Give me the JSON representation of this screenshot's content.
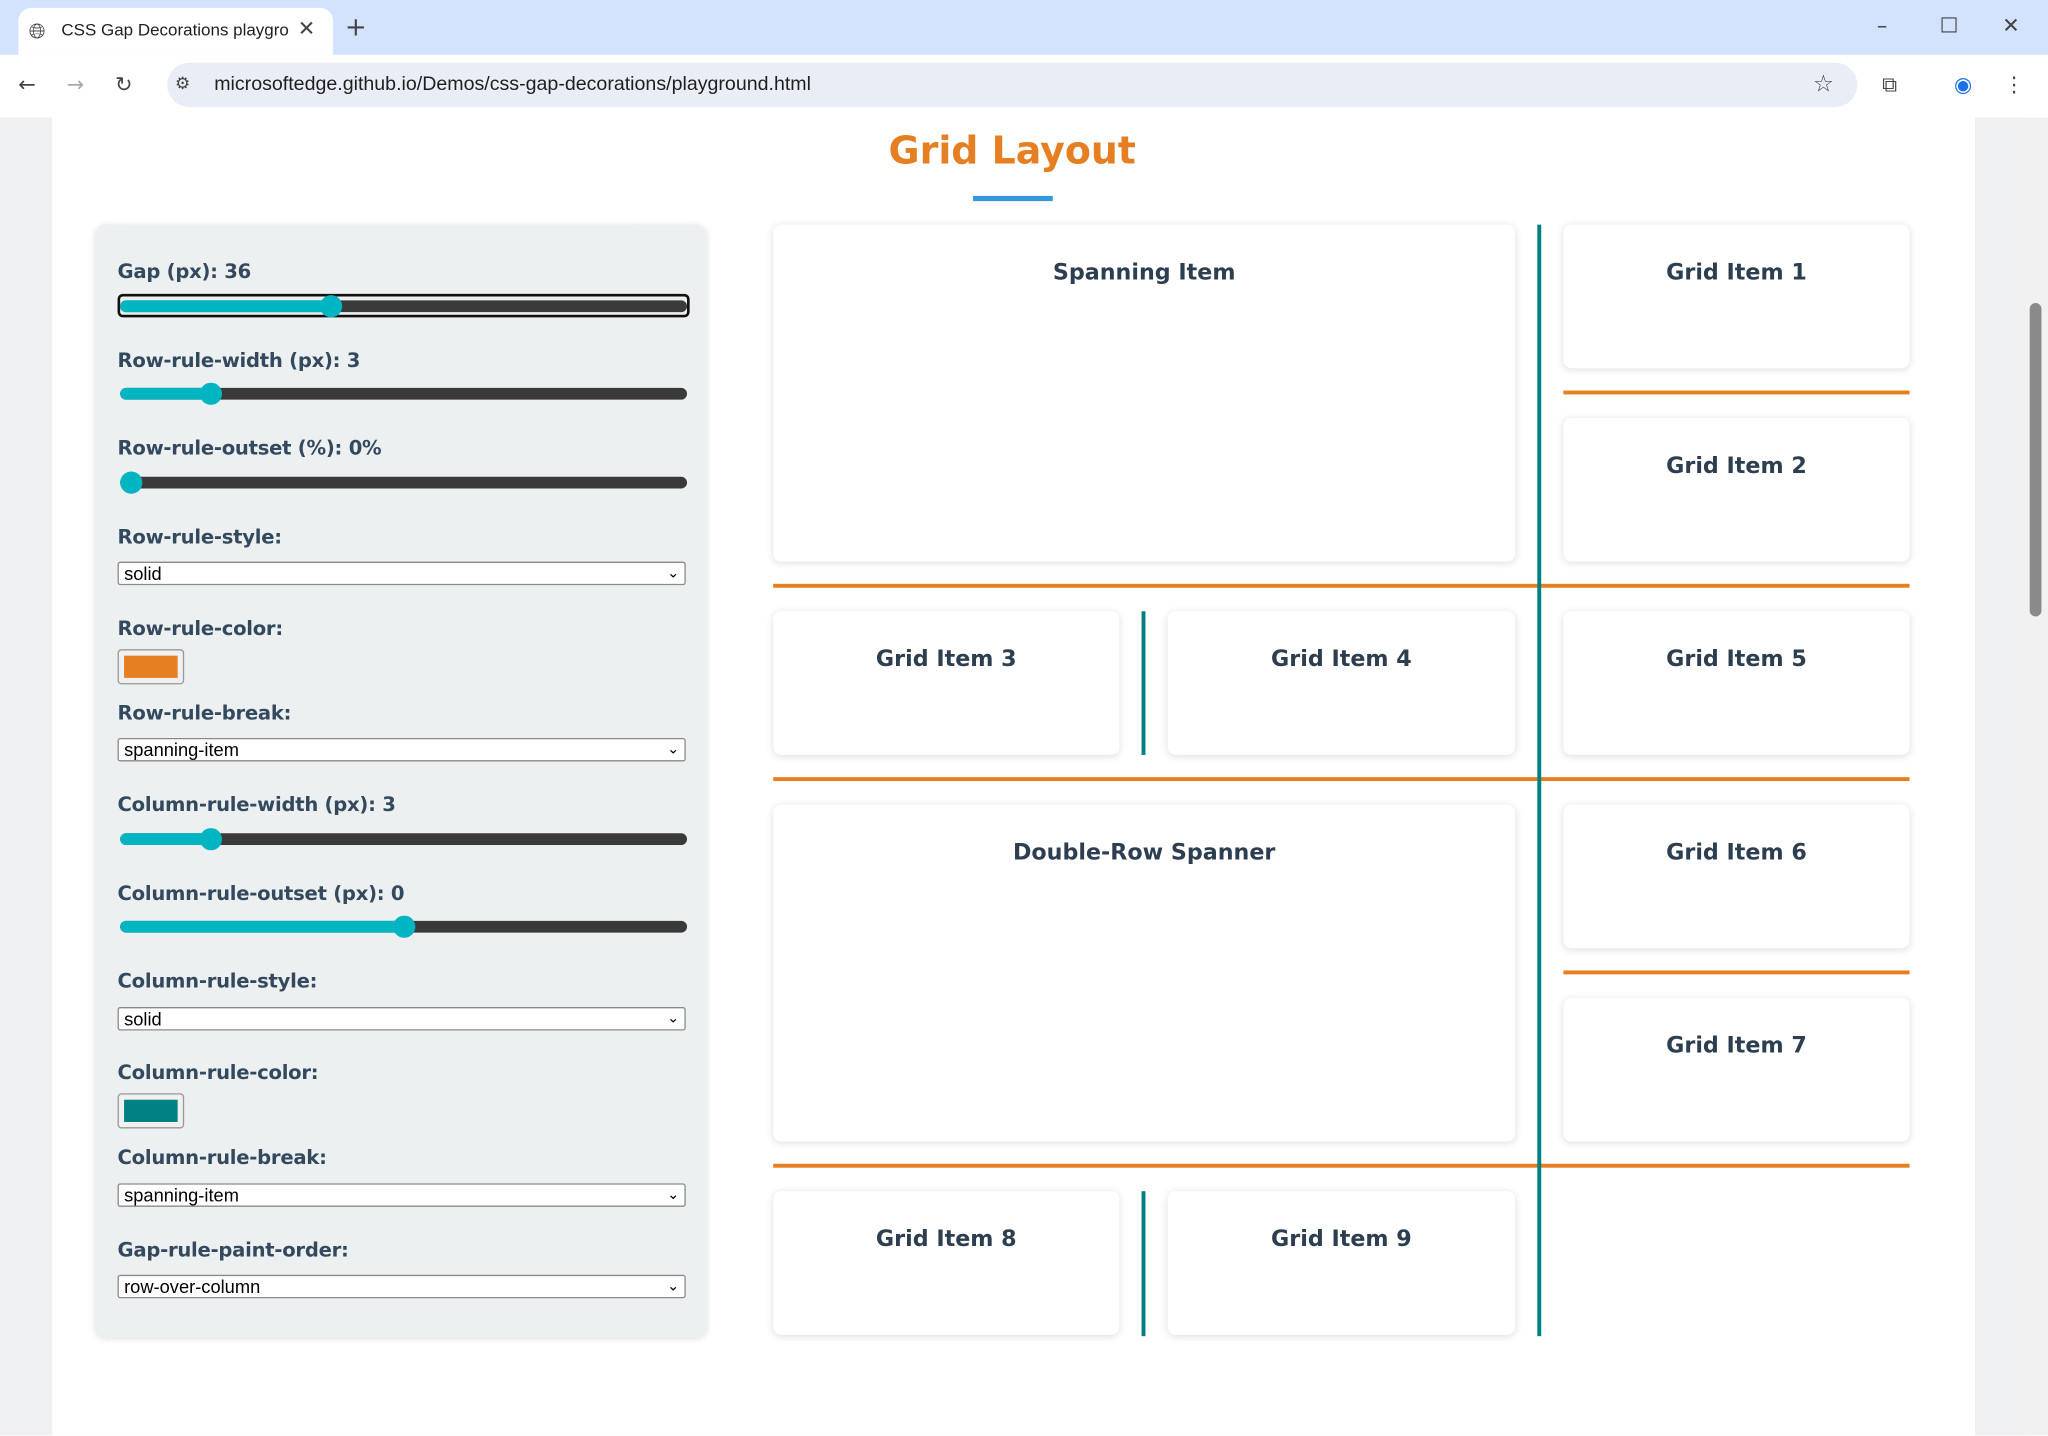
{
  "browser": {
    "tab_title": "CSS Gap Decorations playgroun",
    "url": "microsoftedge.github.io/Demos/css-gap-decorations/playground.html",
    "icons": [
      "globe-icon",
      "close-icon",
      "plus-icon",
      "back-icon",
      "forward-icon",
      "reload-icon",
      "site-settings-icon",
      "star-icon",
      "extensions-icon",
      "profile-icon",
      "menu-icon",
      "minimize-icon",
      "maximize-icon",
      "window-close-icon"
    ]
  },
  "page": {
    "title": "Grid Layout",
    "title_color": "#e67e22",
    "accent": "#3498db"
  },
  "controls": {
    "gap": {
      "label": "Gap (px): 36",
      "fill_percent": 37
    },
    "row_rule_width": {
      "label": "Row-rule-width (px): 3",
      "fill_percent": 16
    },
    "row_rule_outset": {
      "label": "Row-rule-outset (%): 0%",
      "fill_percent": 0
    },
    "row_rule_style": {
      "label": "Row-rule-style:",
      "value": "solid"
    },
    "row_rule_color": {
      "label": "Row-rule-color:",
      "value": "#e67e22"
    },
    "row_rule_break": {
      "label": "Row-rule-break:",
      "value": "spanning-item"
    },
    "column_rule_width": {
      "label": "Column-rule-width (px): 3",
      "fill_percent": 16
    },
    "column_rule_outset": {
      "label": "Column-rule-outset (px): 0",
      "fill_percent": 50
    },
    "column_rule_style": {
      "label": "Column-rule-style:",
      "value": "solid"
    },
    "column_rule_color": {
      "label": "Column-rule-color:",
      "value": "#008080"
    },
    "column_rule_break": {
      "label": "Column-rule-break:",
      "value": "spanning-item"
    },
    "gap_rule_paint_order": {
      "label": "Gap-rule-paint-order:",
      "value": "row-over-column"
    }
  },
  "grid": {
    "spanning": "Spanning Item",
    "double": "Double-Row Spanner",
    "items": [
      "Grid Item 1",
      "Grid Item 2",
      "Grid Item 3",
      "Grid Item 4",
      "Grid Item 5",
      "Grid Item 6",
      "Grid Item 7",
      "Grid Item 8",
      "Grid Item 9"
    ]
  }
}
